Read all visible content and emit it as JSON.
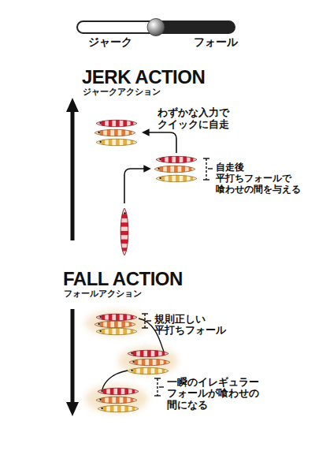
{
  "diagram": {
    "labels": [
      "ジャーク",
      "フォール",
      "JERK ACTION",
      "ジャークアクション",
      "わずかな入力で クイックに自走",
      "自走後 平打ちフォールで 喰わせの間を与える",
      "FALL ACTION",
      "フォールアクション",
      "規則正しい 平打ちフォール",
      "一瞬のイレギュラー フォールが喰わせの 間になる"
    ]
  }
}
